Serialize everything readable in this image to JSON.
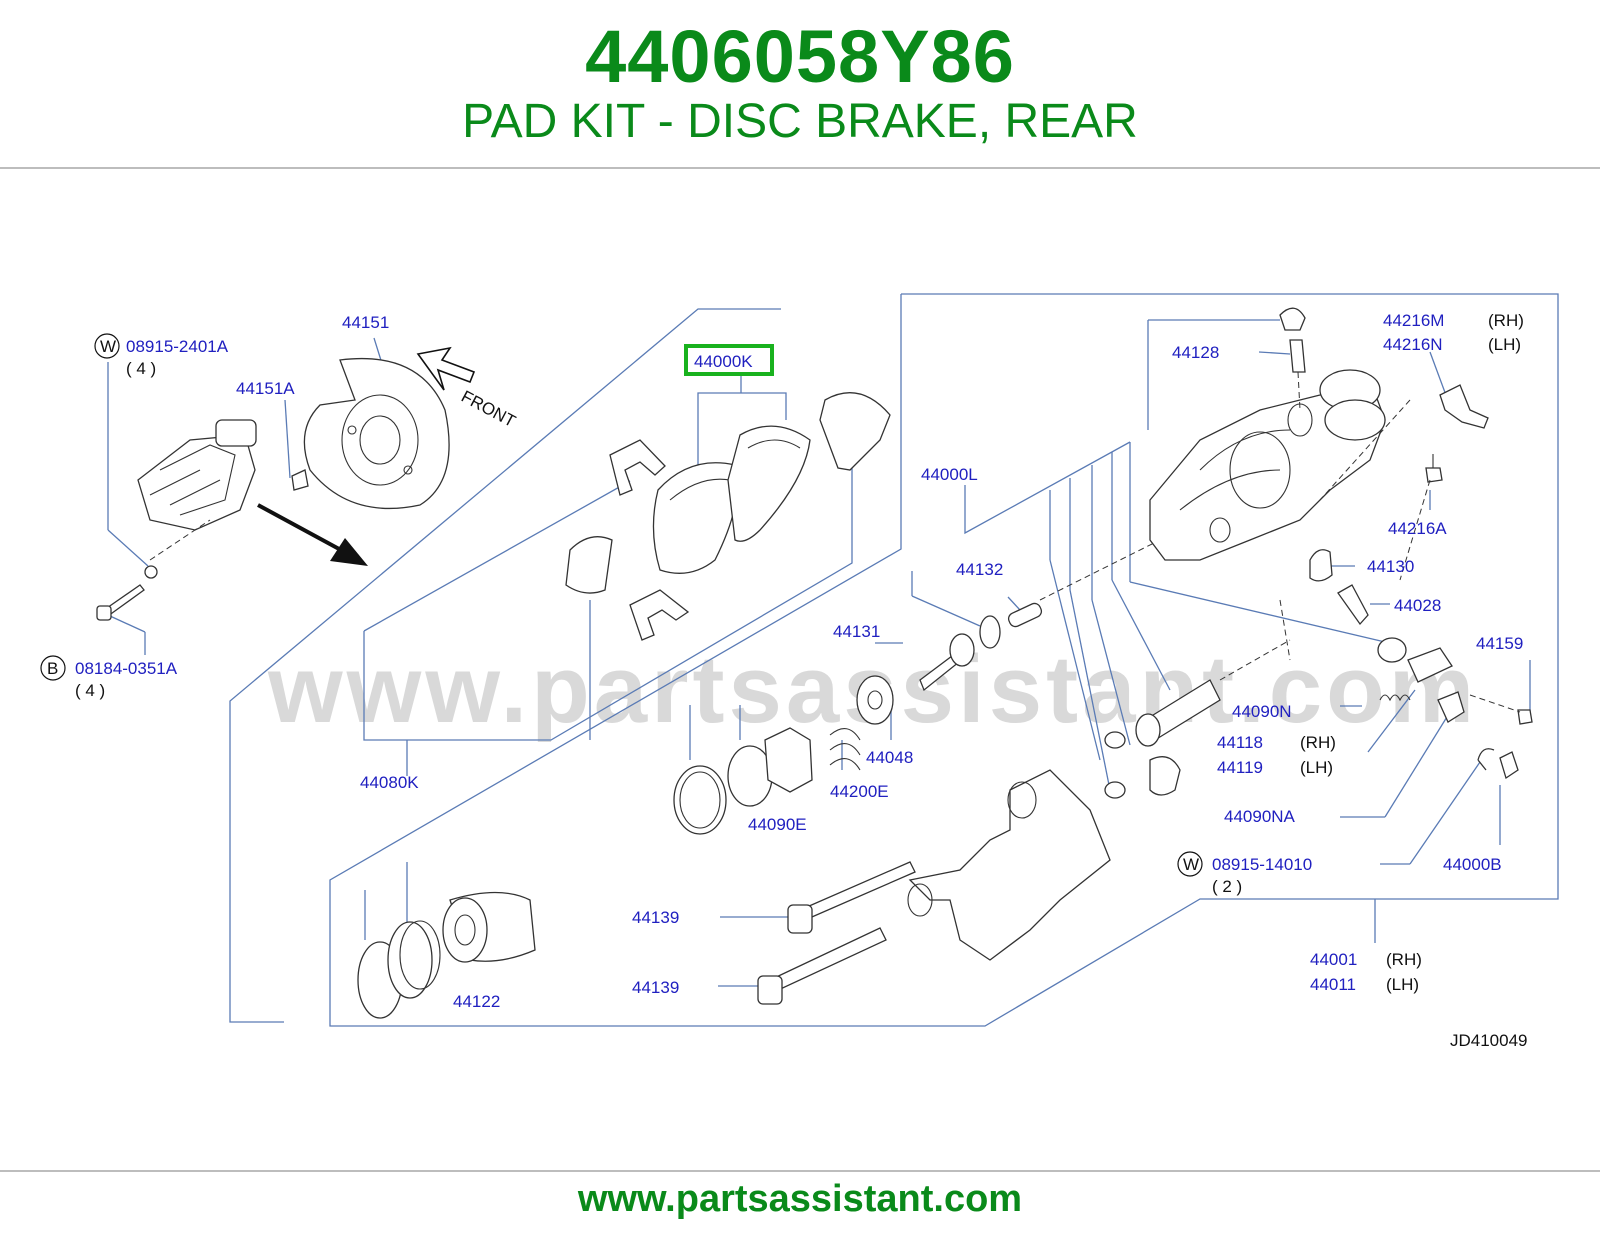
{
  "header": {
    "part_number": "4406058Y86",
    "description": "PAD KIT - DISC BRAKE, REAR"
  },
  "watermark": "www.partsassistant.com",
  "footer": {
    "url": "www.partsassistant.com"
  },
  "diagram": {
    "code": "JD410049",
    "front_label": "FRONT",
    "highlight_color": "#19b21e",
    "label_color": "#2020c0",
    "labels": {
      "l44151": "44151",
      "l44151A": "44151A",
      "w1_num": "08915-2401A",
      "w1_qty": "( 4 )",
      "b1_num": "08184-0351A",
      "b1_qty": "( 4 )",
      "l44000K": "44000K",
      "l44080K": "44080K",
      "l44000L": "44000L",
      "l44132": "44132",
      "l44131": "44131",
      "l44048": "44048",
      "l44200E": "44200E",
      "l44090E": "44090E",
      "l44122": "44122",
      "l44139a": "44139",
      "l44139b": "44139",
      "l44128": "44128",
      "l44216M": "44216M",
      "l44216N": "44216N",
      "l44216A": "44216A",
      "l44130": "44130",
      "l44028": "44028",
      "l44159": "44159",
      "l44090N": "44090N",
      "l44118": "44118",
      "l44119": "44119",
      "l44090NA": "44090NA",
      "w2_num": "08915-14010",
      "w2_qty": "( 2 )",
      "l44000B": "44000B",
      "l44001": "44001",
      "l44011": "44011",
      "rh1": "(RH)",
      "lh1": "(LH)",
      "rh2": "(RH)",
      "lh2": "(LH)",
      "rh3": "(RH)",
      "lh3": "(LH)",
      "w_letter": "W",
      "b_letter": "B"
    }
  }
}
